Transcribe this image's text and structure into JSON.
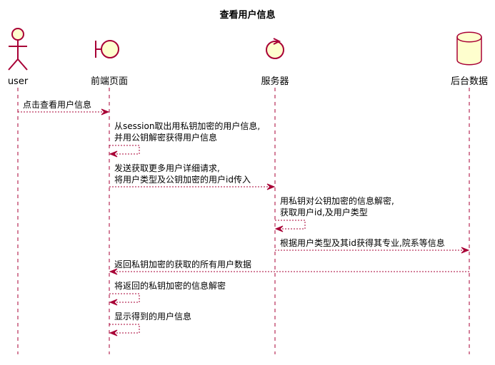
{
  "title": "查看用户信息",
  "colors": {
    "line": "#A80036",
    "fill": "#FEFECE",
    "text": "#000000",
    "lifeline": "#A80036"
  },
  "participants": [
    {
      "id": "user",
      "label": "user",
      "kind": "actor",
      "icon": "actor-icon"
    },
    {
      "id": "frontend",
      "label": "前端页面",
      "kind": "boundary",
      "icon": "boundary-icon"
    },
    {
      "id": "server",
      "label": "服务器",
      "kind": "control",
      "icon": "control-icon"
    },
    {
      "id": "backend",
      "label": "后台数据",
      "kind": "database",
      "icon": "database-icon"
    }
  ],
  "messages": [
    {
      "from": "user",
      "to": "frontend",
      "lines": [
        "点击查看用户信息"
      ]
    },
    {
      "from": "frontend",
      "to": "frontend",
      "lines": [
        "从session取出用私钥加密的用户信息,",
        "并用公钥解密获得用户信息"
      ]
    },
    {
      "from": "frontend",
      "to": "server",
      "lines": [
        "发送获取更多用户详细请求,",
        "将用户类型及公钥加密的用户id传入"
      ]
    },
    {
      "from": "server",
      "to": "server",
      "lines": [
        "用私钥对公钥加密的信息解密,",
        "获取用户id,及用户类型"
      ]
    },
    {
      "from": "server",
      "to": "backend",
      "lines": [
        "根据用户类型及其id获得其专业,院系等信息"
      ]
    },
    {
      "from": "backend",
      "to": "frontend",
      "lines": [
        "返回私钥加密的获取的所有用户数据"
      ]
    },
    {
      "from": "frontend",
      "to": "frontend",
      "lines": [
        "将返回的私钥加密的信息解密"
      ]
    },
    {
      "from": "frontend",
      "to": "frontend",
      "lines": [
        "显示得到的用户信息"
      ]
    }
  ]
}
